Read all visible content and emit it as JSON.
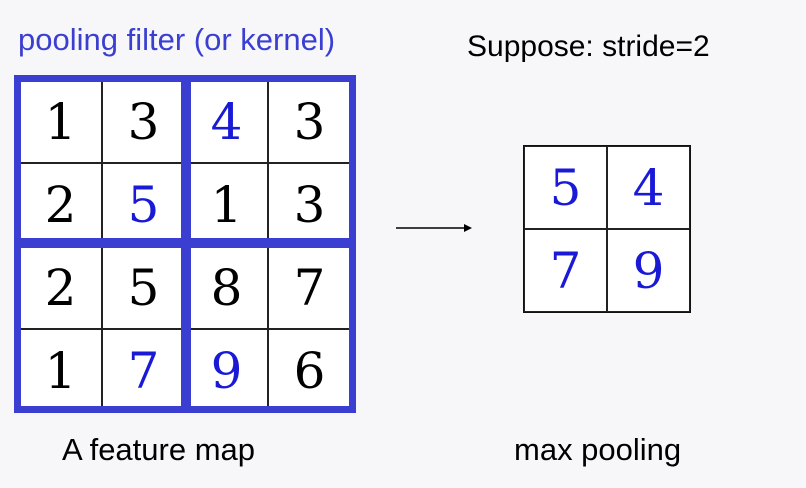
{
  "caption": "pooling filter (or kernel)",
  "assumption": "Suppose: stride=2",
  "feature_map_label": "A feature map",
  "pooled_label": "max pooling",
  "colors": {
    "accent": "#3b3fd1",
    "highlight": "#1a1ad6",
    "text": "#000000"
  },
  "feature_map": [
    [
      "1",
      "3",
      "4",
      "3"
    ],
    [
      "2",
      "5",
      "1",
      "3"
    ],
    [
      "2",
      "5",
      "8",
      "7"
    ],
    [
      "1",
      "7",
      "9",
      "6"
    ]
  ],
  "highlighted_cells": [
    [
      0,
      2
    ],
    [
      1,
      1
    ],
    [
      3,
      1
    ],
    [
      3,
      2
    ]
  ],
  "pooled_map": [
    [
      "5",
      "4"
    ],
    [
      "7",
      "9"
    ]
  ]
}
